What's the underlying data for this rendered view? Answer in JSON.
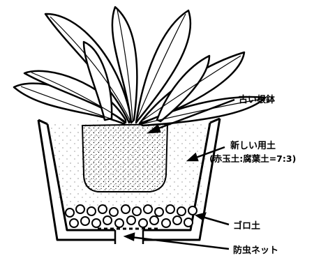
{
  "labels": {
    "old_root_ball": "古い根鉢",
    "new_soil": "新しい用土",
    "soil_mix": "(赤玉土:腐葉土=7:3)",
    "gravel": "ゴロ土",
    "insect_net": "防虫ネット"
  },
  "colors": {
    "ink": "#000000",
    "paper": "#ffffff"
  }
}
